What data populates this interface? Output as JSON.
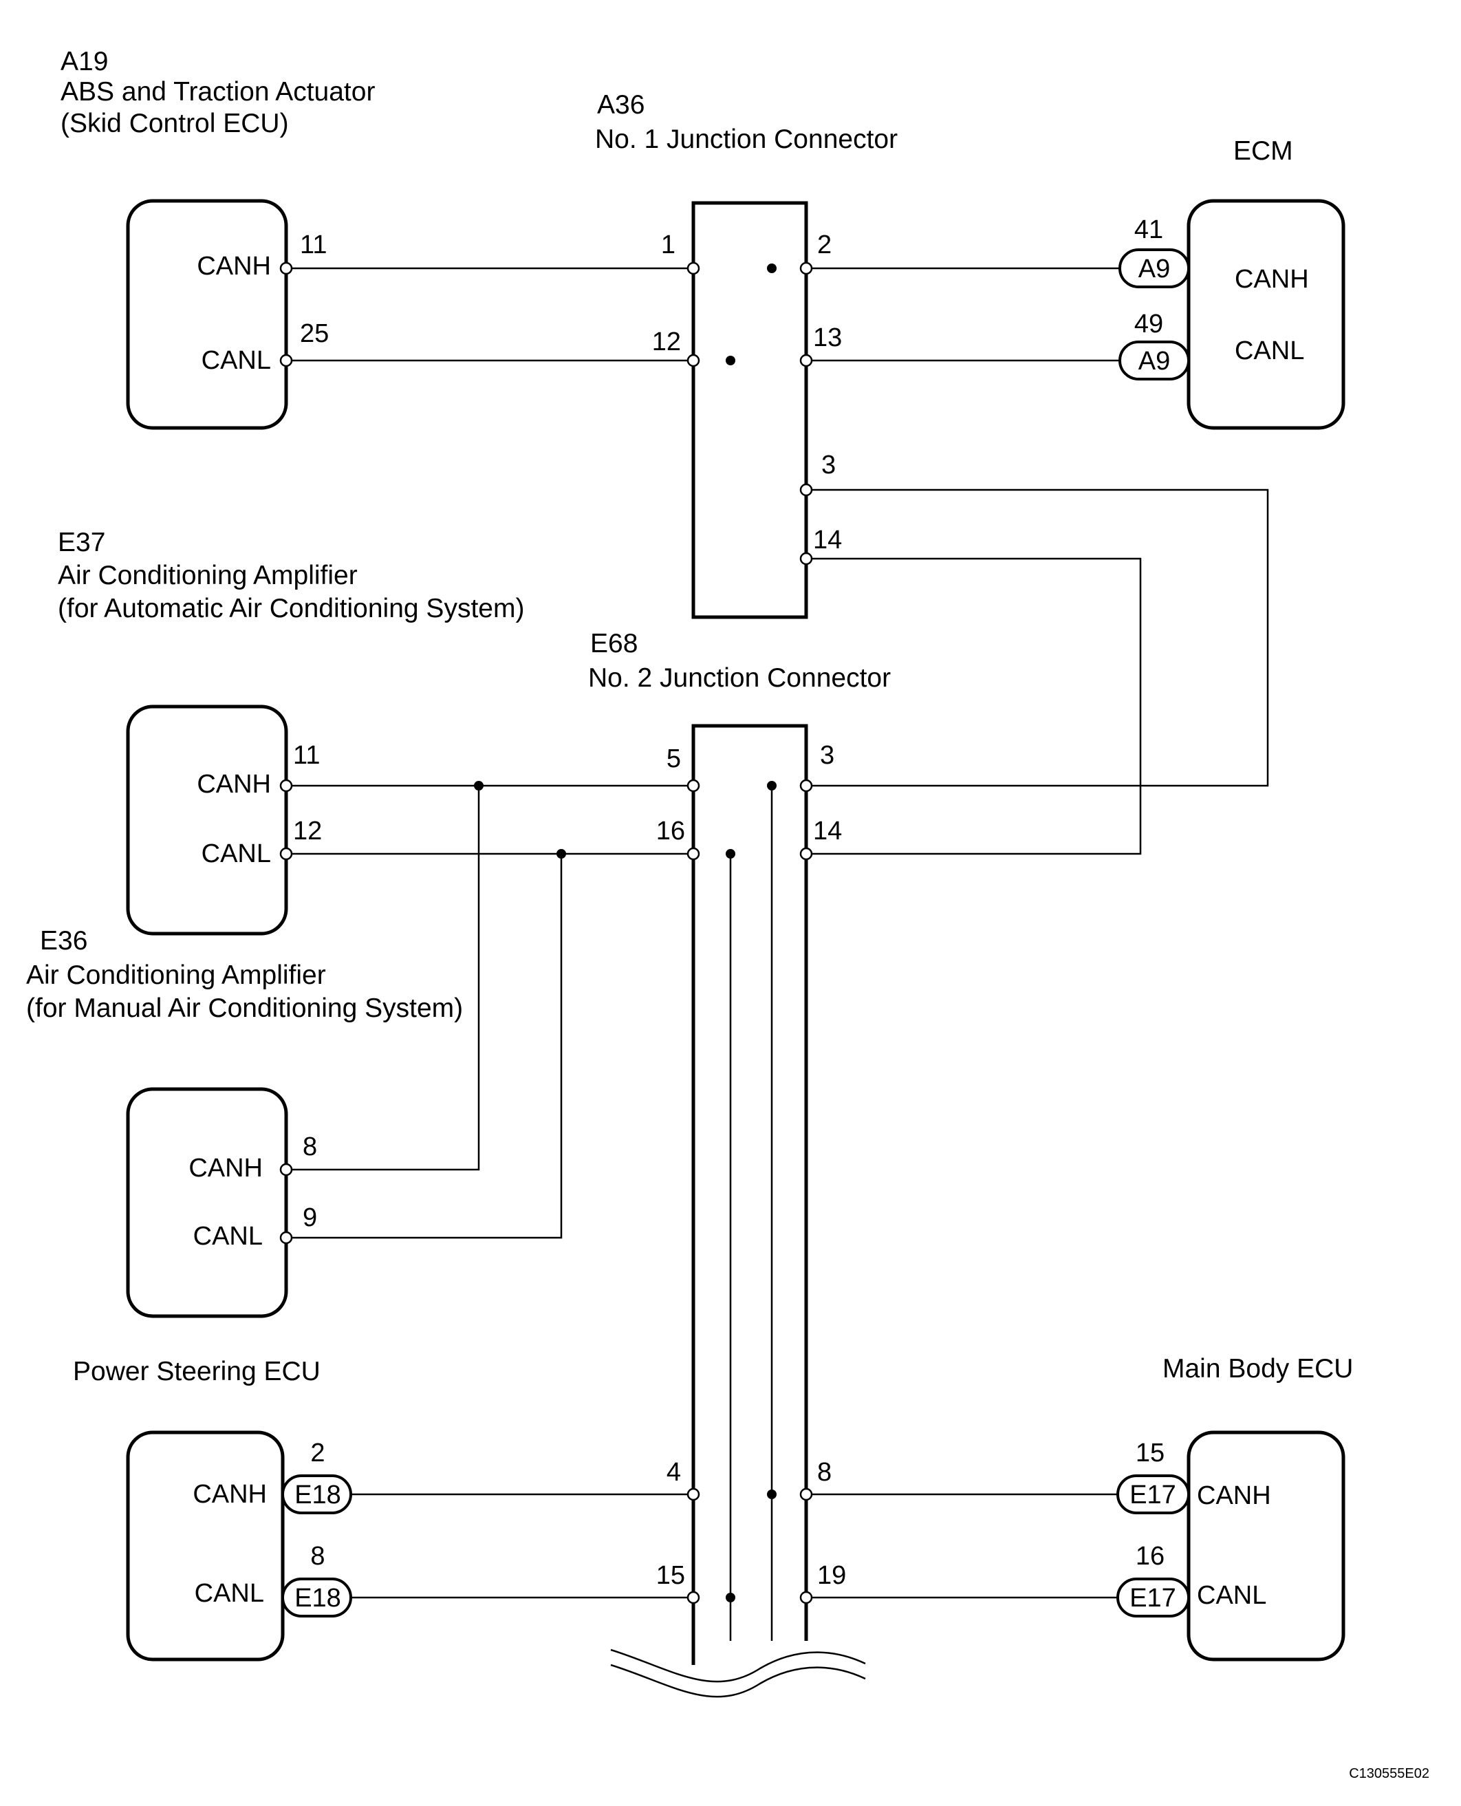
{
  "components": {
    "abs": {
      "code": "A19",
      "name": "ABS and Traction Actuator",
      "sub": "(Skid Control ECU)",
      "pins": {
        "canh": "11",
        "canl": "25"
      },
      "canh": "CANH",
      "canl": "CANL"
    },
    "j1": {
      "code": "A36",
      "name": "No. 1 Junction Connector",
      "pins": {
        "p1": "1",
        "p2": "2",
        "p12": "12",
        "p13": "13",
        "p3": "3",
        "p14": "14"
      }
    },
    "ecm": {
      "name": "ECM",
      "canh": "CANH",
      "canl": "CANL",
      "pins": {
        "canh": "41",
        "canl": "49"
      },
      "connector_canh": "A9",
      "connector_canl": "A9"
    },
    "ac_auto": {
      "code": "E37",
      "name": "Air Conditioning Amplifier",
      "sub": "(for Automatic Air Conditioning System)",
      "pins": {
        "canh": "11",
        "canl": "12"
      },
      "canh": "CANH",
      "canl": "CANL"
    },
    "j2": {
      "code": "E68",
      "name": "No. 2 Junction Connector",
      "pins": {
        "p5": "5",
        "p3": "3",
        "p16": "16",
        "p14": "14",
        "p4": "4",
        "p8": "8",
        "p15": "15",
        "p19": "19"
      }
    },
    "ac_manual": {
      "code": "E36",
      "name": "Air Conditioning Amplifier",
      "sub": "(for Manual Air Conditioning System)",
      "pins": {
        "canh": "8",
        "canl": "9"
      },
      "canh": "CANH",
      "canl": "CANL"
    },
    "ps": {
      "name": "Power Steering ECU",
      "canh": "CANH",
      "canl": "CANL",
      "pins": {
        "canh": "2",
        "canl": "8"
      },
      "connector_canh": "E18",
      "connector_canl": "E18"
    },
    "mb": {
      "name": "Main Body ECU",
      "canh": "CANH",
      "canl": "CANL",
      "pins": {
        "canh": "15",
        "canl": "16"
      },
      "connector_canh": "E17",
      "connector_canl": "E17"
    }
  },
  "figure_code": "C130555E02"
}
